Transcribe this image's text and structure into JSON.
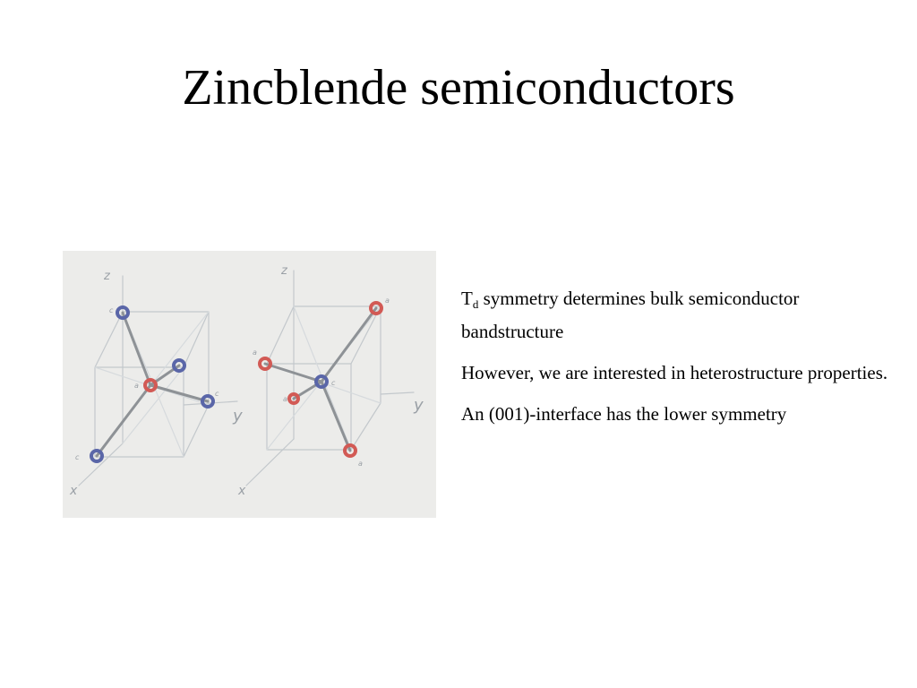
{
  "slide": {
    "title": "Zincblende semiconductors"
  },
  "figure": {
    "left_panel": {
      "axis_z": "z",
      "axis_y": "y",
      "axis_x": "x",
      "site_label_1": "c",
      "site_label_2": "a",
      "site_label_3": "c",
      "site_label_4": "c"
    },
    "right_panel": {
      "axis_z": "z",
      "axis_y": "y",
      "axis_x": "x",
      "site_label_1": "a",
      "site_label_2": "a",
      "site_label_3": "c",
      "site_label_4": "a",
      "site_label_5": "a"
    },
    "colors": {
      "cation": "#5a66a8",
      "anion": "#d25a55",
      "bond": "#8e9296",
      "frame": "#c3c8cc",
      "background": "#ececea"
    }
  },
  "bullets": {
    "p1_symbol": "T",
    "p1_subscript": "d",
    "p1_rest": " symmetry determines bulk semiconductor bandstructure",
    "p2": "However, we are interested in heterostructure properties.",
    "p3": "An (001)-interface has the lower symmetry"
  }
}
